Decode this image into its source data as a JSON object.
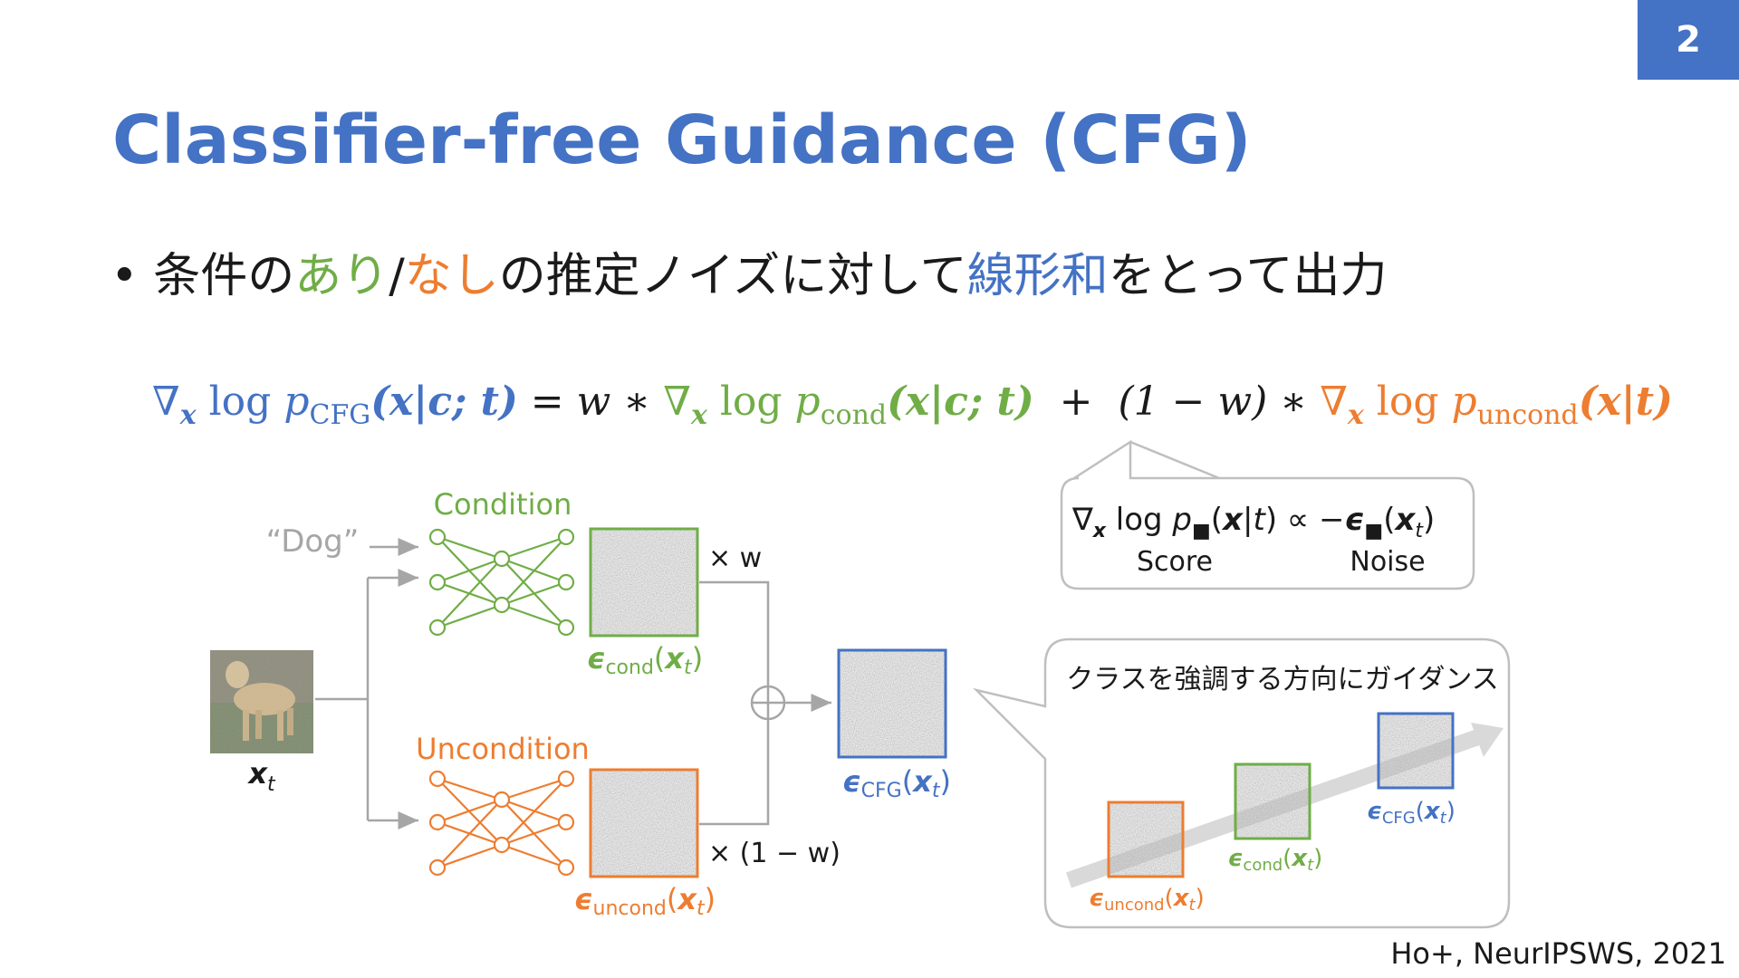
{
  "page_number": "2",
  "title": "Classifier-free Guidance (CFG)",
  "bullet": {
    "marker": "•",
    "segments": [
      "条件の",
      "あり",
      "/",
      "なし",
      "の推定ノイズに対して",
      "線形和",
      "をとって出力"
    ]
  },
  "formula": {
    "lhs_nabla": "∇",
    "lhs_x": "x",
    "lhs_log": " log ",
    "lhs_p": "p",
    "lhs_sub": "CFG",
    "lhs_args": "(x|c; t)",
    "eq": " = ",
    "w1": "w",
    "star1": " ∗ ",
    "cond_nabla": "∇",
    "cond_x": "x",
    "cond_log": " log ",
    "cond_p": "p",
    "cond_sub": "cond",
    "cond_args": "(x|c; t)",
    "plus": "  +  ",
    "one_minus_w": "(1 − w)",
    "star2": " ∗ ",
    "uncond_nabla": "∇",
    "uncond_x": "x",
    "uncond_log": " log ",
    "uncond_p": "p",
    "uncond_sub": "uncond",
    "uncond_args": "(x|t)"
  },
  "diagram": {
    "input_text": "“Dog”",
    "condition_label": "Condition",
    "uncondition_label": "Uncondition",
    "xt_label": "x",
    "xt_sub": "t",
    "times_w": "× w",
    "times_one_minus_w": "× (1 − w)",
    "eps": "ϵ",
    "eps_cond_sub": "cond",
    "eps_uncond_sub": "uncond",
    "eps_cfg_sub": "CFG",
    "eps_arg_x": "x",
    "eps_arg_t": "t",
    "callout_nabla": "∇",
    "callout_x": "x",
    "callout_log": " log ",
    "callout_p": "p",
    "callout_propto": " ∝ −",
    "score_label": "Score",
    "noise_label": "Noise",
    "guidance_text": "クラスを強調する方向にガイダンス"
  },
  "citation": "Ho+, NeurIPSWS, 2021",
  "colors": {
    "blue": "#4472c4",
    "green": "#70ad47",
    "orange": "#ed7d31",
    "gray_text": "#a6a6a6",
    "line_gray": "#a6a6a6"
  }
}
